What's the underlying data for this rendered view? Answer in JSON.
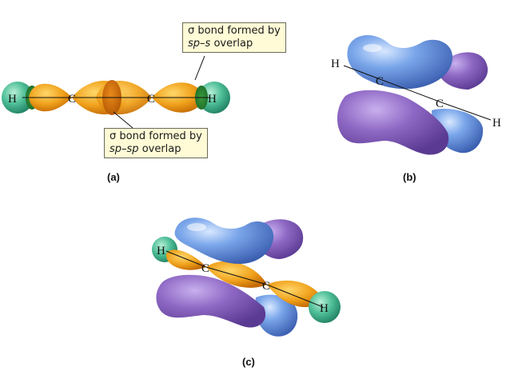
{
  "colors": {
    "sp_orbital": "#f0a21c",
    "sp_orbital_dark": "#d0700a",
    "hydrogen_s": "#3fb58c",
    "p_orbital_blue": "#6f98e0",
    "p_orbital_purple": "#8a66c0",
    "callout_bg": "#fffbd6",
    "bond_line": "#111111"
  },
  "panels": {
    "a": {
      "label": "(a)",
      "atoms": {
        "h_left": "H",
        "c_left": "C",
        "c_right": "C",
        "h_right": "H"
      },
      "callout_sp_s": {
        "prefix": "σ bond formed by",
        "emph": "sp–s",
        "suffix": " overlap"
      },
      "callout_sp_sp": {
        "prefix": "σ bond formed by",
        "emph": "sp–sp",
        "suffix": " overlap"
      }
    },
    "b": {
      "label": "(b)",
      "atoms": {
        "h_left": "H",
        "c_left": "C",
        "c_right": "C",
        "h_right": "H"
      }
    },
    "c": {
      "label": "(c)",
      "atoms": {
        "h_left": "H",
        "c_left": "C",
        "c_right": "C",
        "h_right": "H"
      }
    }
  }
}
